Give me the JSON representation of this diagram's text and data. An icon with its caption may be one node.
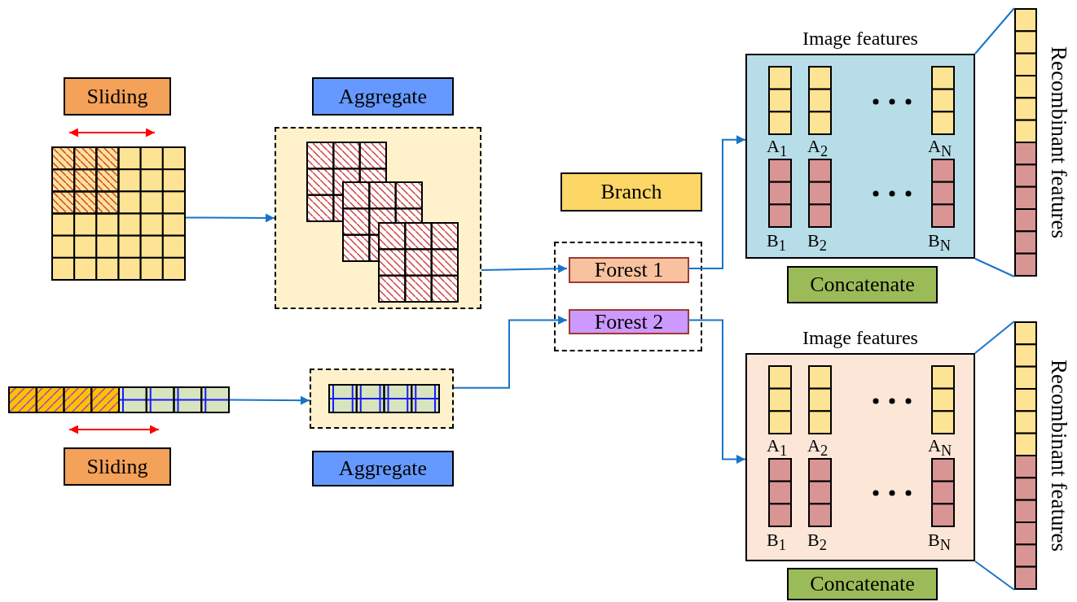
{
  "diagram": {
    "nodes": [
      {
        "text": [
          "Sliding"
        ]
      },
      {
        "text": [],
        "shape": "box"
      },
      {
        "text": [
          "Aggregate"
        ]
      },
      {
        "text": [],
        "shape": "box"
      },
      {
        "text": [],
        "shape": "box"
      },
      {
        "text": [
          "Sliding"
        ]
      },
      {
        "text": [],
        "shape": "box"
      },
      {
        "text": [
          "Aggregate"
        ]
      },
      {
        "text": [
          "Branch"
        ]
      },
      {
        "text": [],
        "shape": "box"
      },
      {
        "text": [
          "Forest 1"
        ],
        "in": 9
      },
      {
        "text": [
          "Forest 2"
        ],
        "in": 9
      },
      {
        "text": [
          "Image features",
          "A$_{1}$",
          "A$_{2}$",
          "A$_{N}$",
          "B$_{1}$",
          "B$_{2}$",
          "B$_{N}$"
        ]
      },
      {
        "text": [
          "Concatenate"
        ]
      },
      {
        "text": [
          "Recombinant features"
        ]
      },
      {
        "text": [
          "Image features",
          "A$_{1}$",
          "A$_{2}$",
          "A$_{N}$",
          "B$_{1}$",
          "B$_{2}$",
          "B$_{N}$"
        ]
      },
      {
        "text": [
          "Concatenate"
        ]
      },
      {
        "text": [
          "Recombinant features"
        ]
      }
    ],
    "edges": [
      {
        "from": 1,
        "to": 3,
        "arrow": "to"
      },
      {
        "from": 4,
        "to": 6,
        "arrow": "to"
      },
      {
        "from": 3,
        "to": 10,
        "arrow": "to"
      },
      {
        "from": 6,
        "to": 11,
        "arrow": "to"
      },
      {
        "from": 10,
        "to": 12,
        "arrow": "to"
      },
      {
        "from": 11,
        "to": 15,
        "arrow": "to"
      },
      {
        "from": 12,
        "to": 14,
        "arrow": "none"
      },
      {
        "from": 12,
        "to": 14,
        "arrow": "none"
      },
      {
        "from": 15,
        "to": 17,
        "arrow": "none"
      },
      {
        "from": 15,
        "to": 17,
        "arrow": "none"
      }
    ]
  }
}
